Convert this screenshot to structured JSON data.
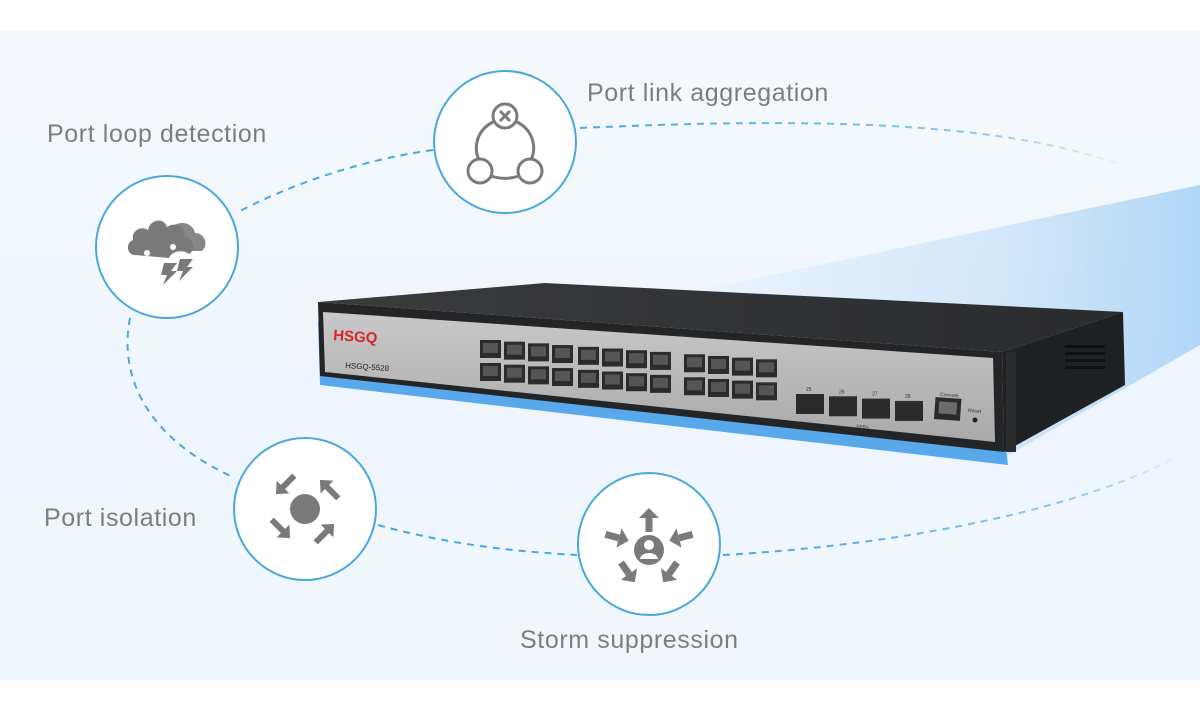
{
  "features": {
    "link_aggregation": {
      "label": "Port link aggregation",
      "icon": "link-aggregation-icon"
    },
    "loop_detection": {
      "label": "Port loop detection",
      "icon": "storm-cloud-icon"
    },
    "isolation": {
      "label": "Port isolation",
      "icon": "arrows-inward-icon"
    },
    "storm_suppression": {
      "label": "Storm suppression",
      "icon": "user-arrows-icon"
    }
  },
  "device": {
    "brand": "HSGQ",
    "model": "HSGQ-5528",
    "console_label": "Console",
    "reset_label": "Reset",
    "sfp_label": "SFP+",
    "sfp_numbers": [
      "25",
      "26",
      "27",
      "28"
    ]
  },
  "colors": {
    "accent": "#4aa7dd",
    "icon_gray": "#7a7a7a",
    "text_gray": "#7d7d7d",
    "brand_red": "#d8232a",
    "glow_blue": "#3d9be9"
  }
}
